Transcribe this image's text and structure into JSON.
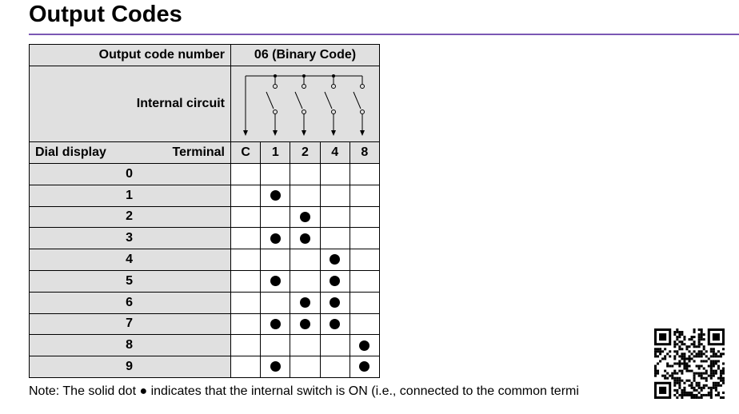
{
  "title": "Output Codes",
  "header": {
    "output_code_label": "Output code number",
    "output_code_value": "06 (Binary Code)",
    "internal_circuit_label": "Internal circuit",
    "dial_display_label": "Dial display",
    "terminal_label": "Terminal"
  },
  "terminals": [
    "C",
    "1",
    "2",
    "4",
    "8"
  ],
  "rows": [
    {
      "dial": "0",
      "on": [
        false,
        false,
        false,
        false,
        false
      ]
    },
    {
      "dial": "1",
      "on": [
        false,
        true,
        false,
        false,
        false
      ]
    },
    {
      "dial": "2",
      "on": [
        false,
        false,
        true,
        false,
        false
      ]
    },
    {
      "dial": "3",
      "on": [
        false,
        true,
        true,
        false,
        false
      ]
    },
    {
      "dial": "4",
      "on": [
        false,
        false,
        false,
        true,
        false
      ]
    },
    {
      "dial": "5",
      "on": [
        false,
        true,
        false,
        true,
        false
      ]
    },
    {
      "dial": "6",
      "on": [
        false,
        false,
        true,
        true,
        false
      ]
    },
    {
      "dial": "7",
      "on": [
        false,
        true,
        true,
        true,
        false
      ]
    },
    {
      "dial": "8",
      "on": [
        false,
        false,
        false,
        false,
        true
      ]
    },
    {
      "dial": "9",
      "on": [
        false,
        true,
        false,
        false,
        true
      ]
    }
  ],
  "note": "Note:  The solid dot ● indicates that the internal switch is ON (i.e., connected to the common termi"
}
